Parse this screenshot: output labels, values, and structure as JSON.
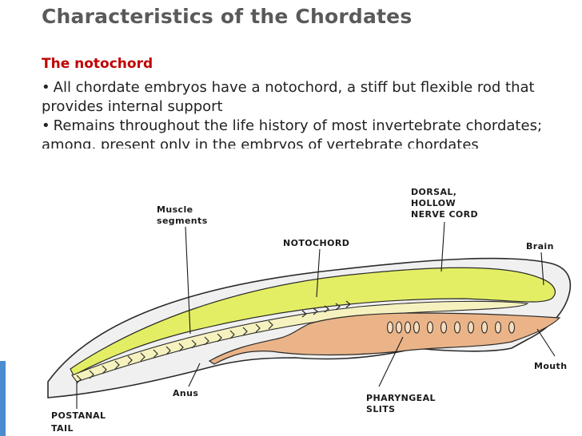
{
  "slide": {
    "title": "Characteristics of the Chordates",
    "subtitle": "The notochord",
    "bullets": [
      "All chordate embryos have a notochord,  a stiff but flexible rod that provides internal support",
      "Remains throughout the life history of most invertebrate chordates; among, present only in the embryos of vertebrate chordates"
    ]
  },
  "diagram": {
    "labels": {
      "muscle_segments_1": "Muscle",
      "muscle_segments_2": "segments",
      "dorsal_1": "DORSAL,",
      "dorsal_2": "HOLLOW",
      "dorsal_3": "NERVE CORD",
      "notochord": "NOTOCHORD",
      "brain": "Brain",
      "mouth": "Mouth",
      "anus": "Anus",
      "pharyngeal_1": "PHARYNGEAL",
      "pharyngeal_2": "SLITS",
      "postanal_1": "POSTANAL",
      "postanal_2": "TAIL"
    },
    "colors": {
      "nerve_cord": "#e3ee64",
      "notochord": "#f5f2bf",
      "gut": "#eab488",
      "body": "#f0f0f0",
      "outline": "#2a2a2a",
      "accent_strip": "#4a8ccf"
    }
  }
}
